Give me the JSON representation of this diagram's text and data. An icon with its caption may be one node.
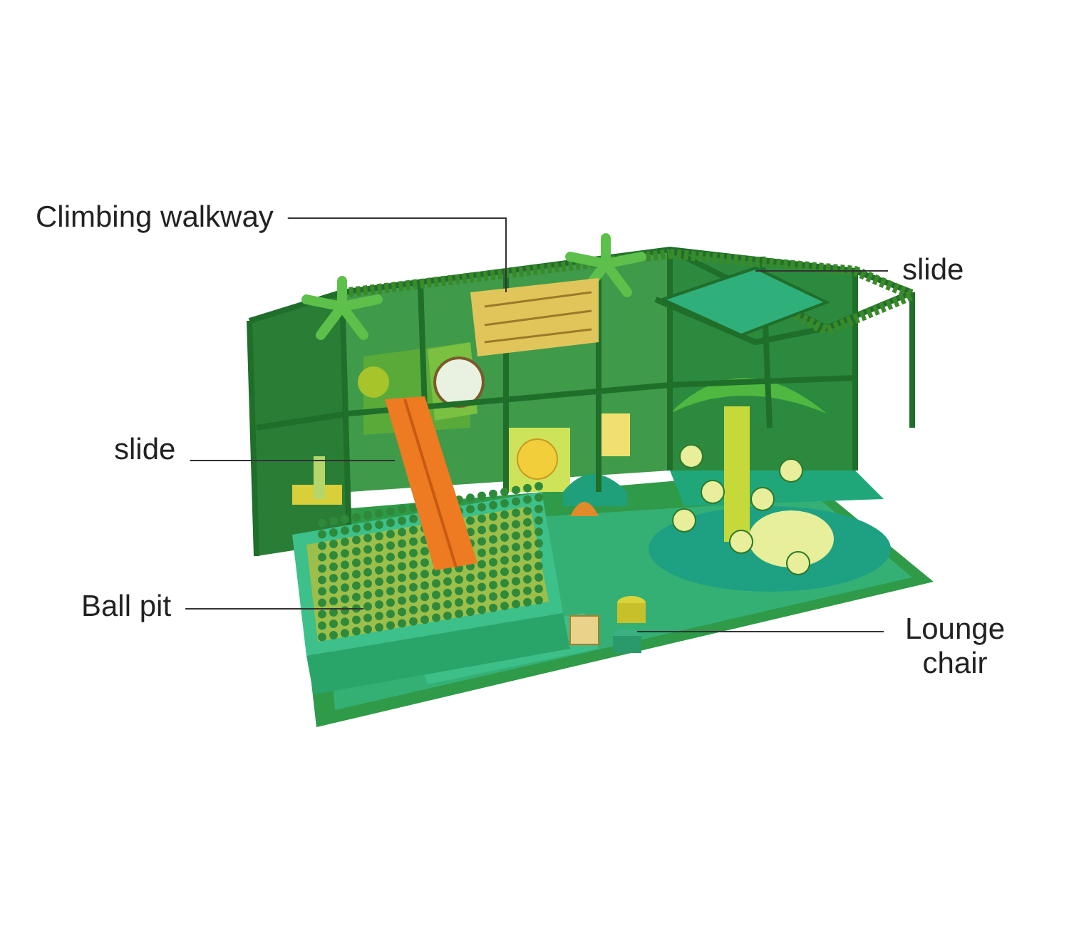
{
  "diagram": {
    "nodes": [
      {
        "text": [
          "Climbing walkway"
        ]
      },
      {
        "text": [
          "slide"
        ]
      },
      {
        "text": [
          "slide"
        ]
      },
      {
        "text": [
          "Ball pit"
        ]
      },
      {
        "text": [
          "Lounge chair"
        ]
      },
      {
        "text": [],
        "shape": "picture"
      },
      {
        "text": [],
        "shape": "picture"
      },
      {
        "text": [],
        "shape": "picture"
      },
      {
        "text": [],
        "shape": "picture"
      },
      {
        "text": [],
        "shape": "picture"
      }
    ],
    "edges": [
      {
        "from": 0,
        "to": 5,
        "arrow": "none"
      },
      {
        "from": 1,
        "to": 6,
        "arrow": "none"
      },
      {
        "from": 2,
        "to": 7,
        "arrow": "none"
      },
      {
        "from": 3,
        "to": 8,
        "arrow": "none"
      },
      {
        "from": 4,
        "to": 9,
        "arrow": "none"
      }
    ]
  }
}
